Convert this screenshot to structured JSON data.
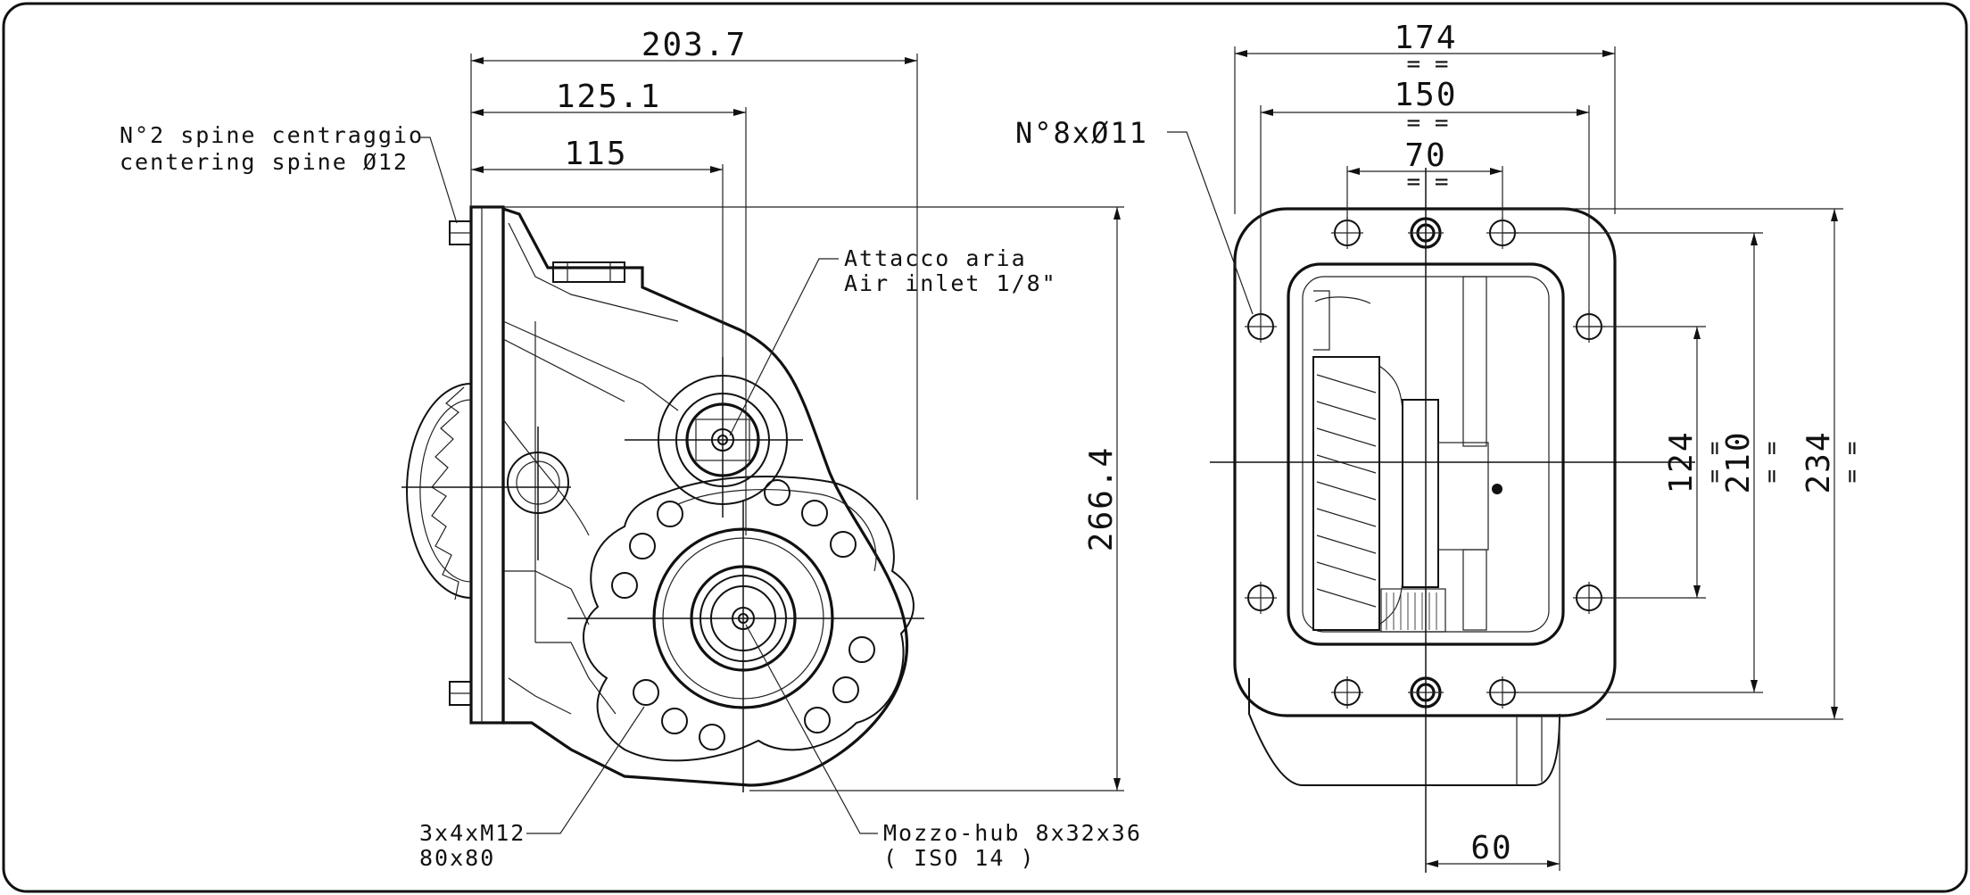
{
  "colors": {
    "line": "#111111",
    "background": "#ffffff"
  },
  "side_view": {
    "dimensions": {
      "overall_length": "203.7",
      "to_second_axis": "125.1",
      "to_first_axis": "115",
      "height": "266.4"
    },
    "notes": {
      "spine_line1": "N°2 spine centraggio",
      "spine_line2": "centering spine Ø12",
      "air_line1": "Attacco aria",
      "air_line2": "Air inlet 1/8\"",
      "bolts_line1": "3x4xM12",
      "bolts_line2": "80x80",
      "hub_line1": "Mozzo-hub 8x32x36",
      "hub_line2": "( ISO 14 )"
    }
  },
  "front_view": {
    "dimensions": {
      "width_outer": "174",
      "width_mid": "150",
      "width_inner": "70",
      "bottom_width": "60",
      "height_124": "124",
      "height_210": "210",
      "height_234": "234"
    },
    "holes_note": "N°8xØ11",
    "equal_mark": "= ="
  }
}
